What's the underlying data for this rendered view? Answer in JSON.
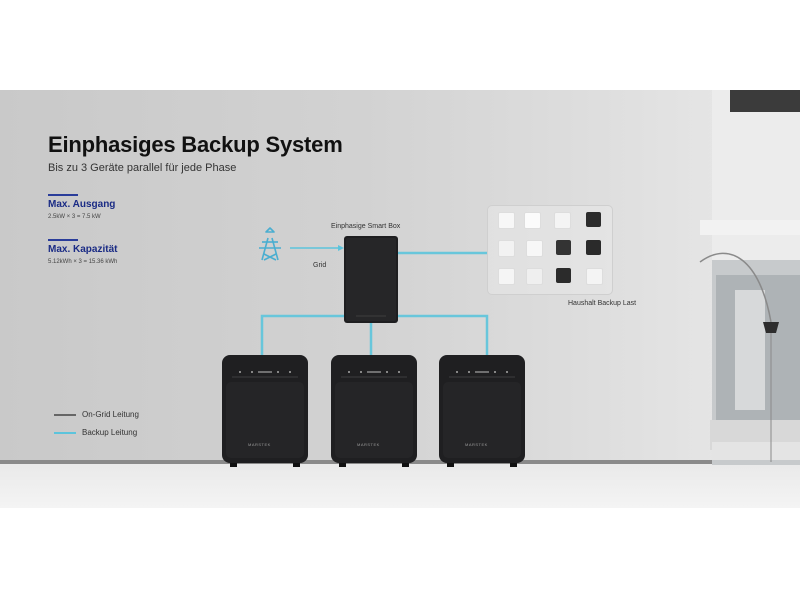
{
  "title": "Einphasiges Backup System",
  "subtitle": "Bis zu 3 Geräte parallel für jede Phase",
  "specs": [
    {
      "label": "Max. Ausgang",
      "value": "2.5kW × 3 = 7.5 kW"
    },
    {
      "label": "Max. Kapazität",
      "value": "5.12kWh × 3 = 15.36 kWh"
    }
  ],
  "grid_label": "Grid",
  "smart_box_label": "Einphasige Smart Box",
  "load_label": "Haushalt Backup Last",
  "legend": [
    {
      "label": "On-Grid Leitung",
      "color": "#666666"
    },
    {
      "label": "Backup Leitung",
      "color": "#5cc4dc"
    }
  ],
  "battery_brand": "MARSTEK",
  "colors": {
    "accent": "#2a3d9a",
    "backup_line": "#5cc4dc",
    "grid_line": "#666666",
    "device": "#1f1f21"
  },
  "icons": [
    "grid-tower-icon",
    "appliance-icons"
  ]
}
